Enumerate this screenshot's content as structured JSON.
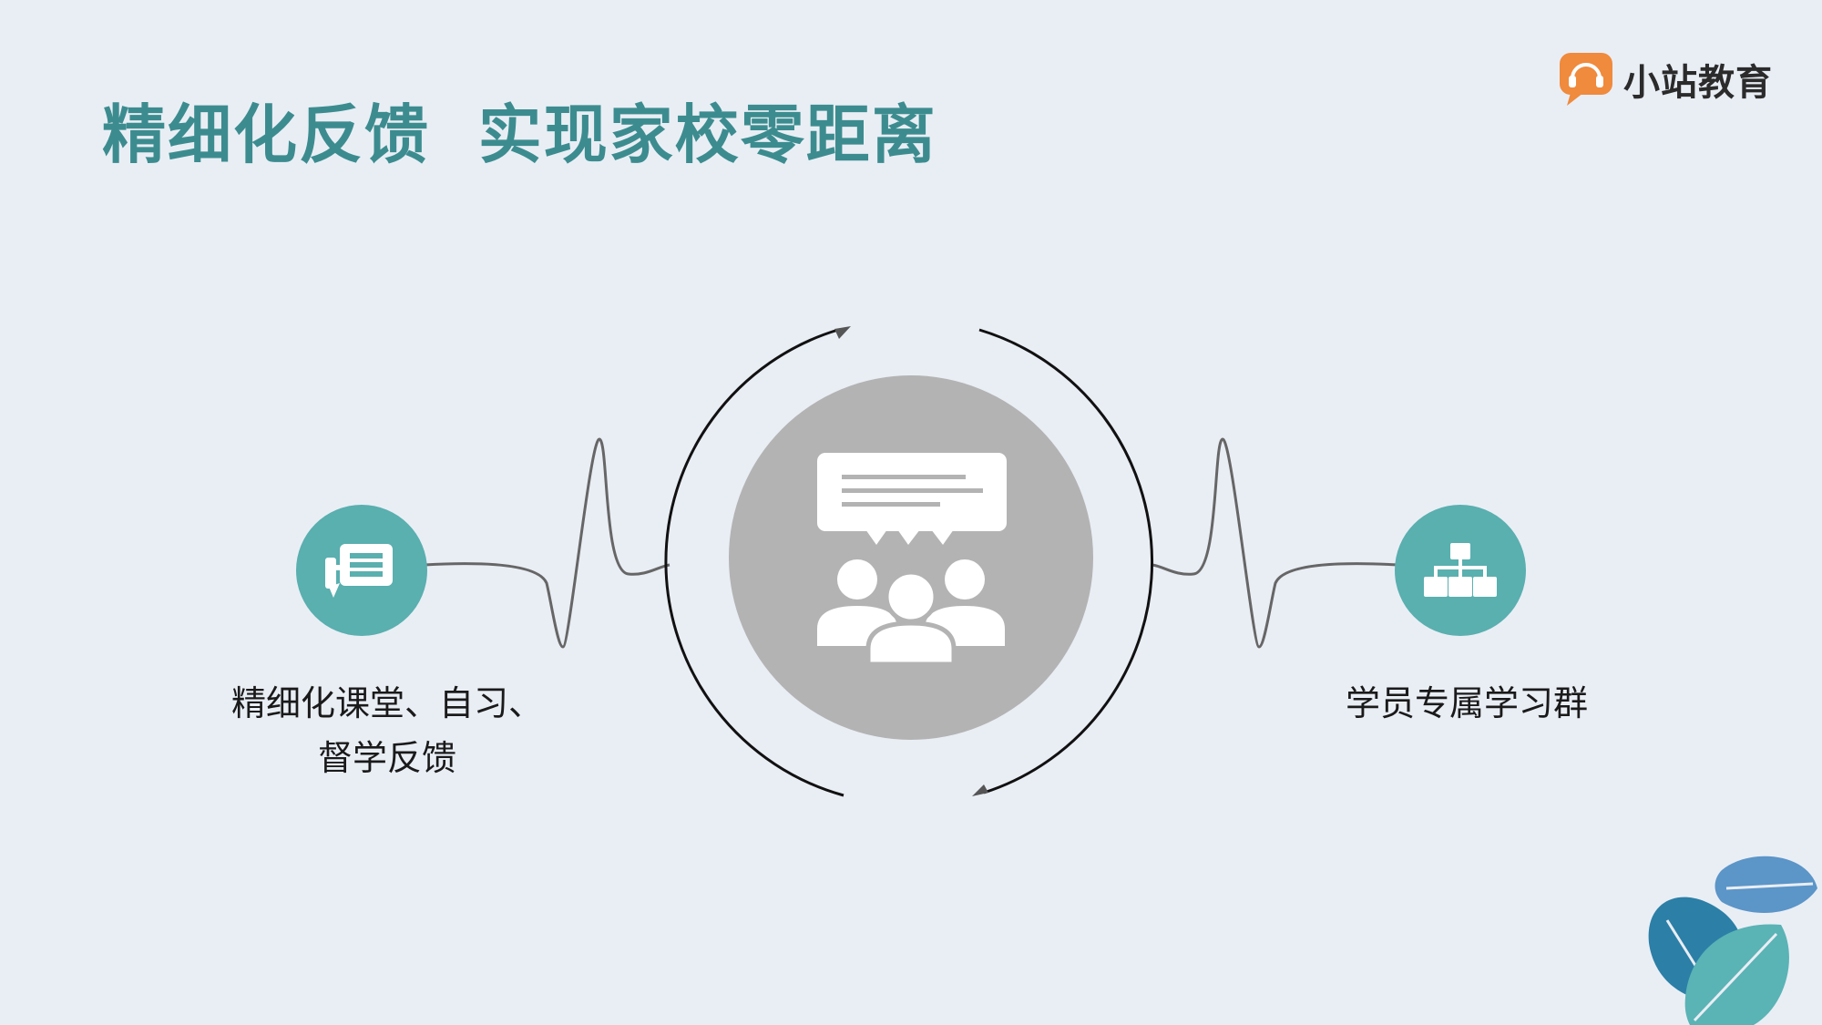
{
  "page": {
    "title": "精细化反馈  实现家校零距离"
  },
  "logo": {
    "text": "小站教育",
    "icon": "headset-chat-icon"
  },
  "diagram": {
    "center": {
      "icon": "group-chat-icon"
    },
    "left": {
      "icon": "feedback-list-icon",
      "label_line1": "精细化课堂、自习、",
      "label_line2": "督学反馈"
    },
    "right": {
      "icon": "org-hierarchy-icon",
      "label": "学员专属学习群"
    }
  },
  "colors": {
    "background": "#e9eef5",
    "title": "#3c8c8f",
    "teal_circle": "#5aafaf",
    "center_circle": "#b3b3b3",
    "logo_orange": "#f08a3c"
  }
}
